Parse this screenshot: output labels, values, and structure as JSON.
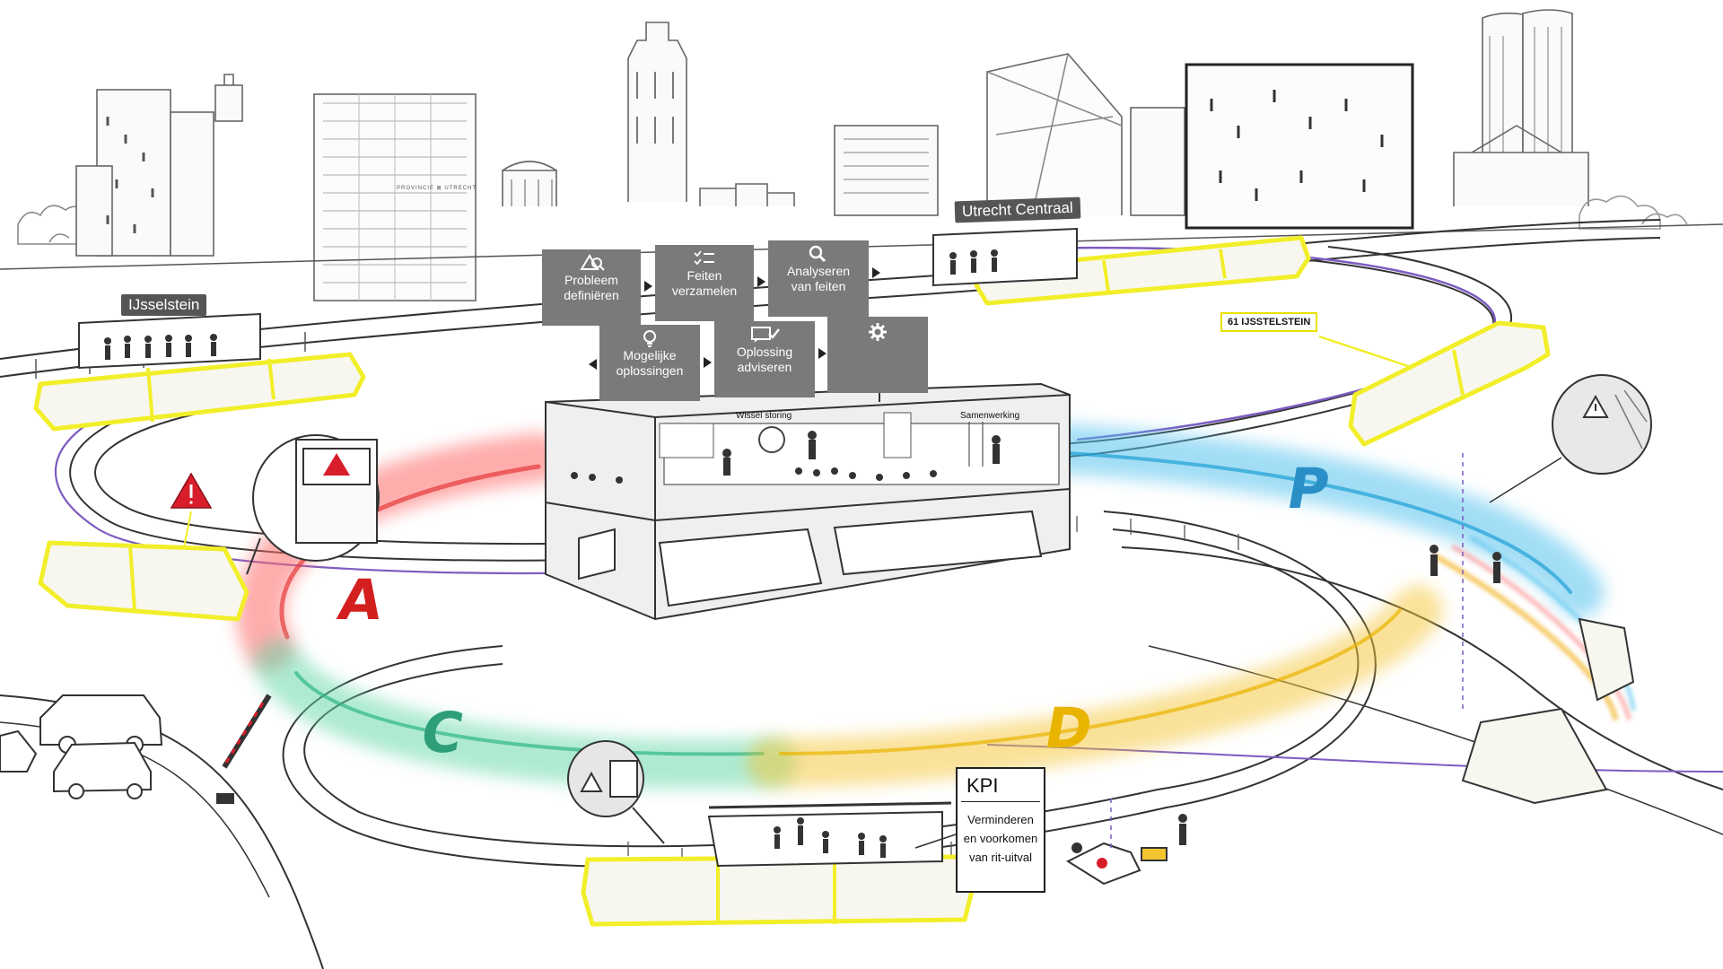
{
  "steps": [
    {
      "icon": "warning-search-icon",
      "label": "Probleem\ndefiniëren"
    },
    {
      "icon": "checklist-icon",
      "label": "Feiten\nverzamelen"
    },
    {
      "icon": "magnifier-icon",
      "label": "Analyseren\nvan feiten"
    },
    {
      "icon": "lightbulb-icon",
      "label": "Mogelijke\noplossingen"
    },
    {
      "icon": "chat-check-icon",
      "label": "Oplossing\nadviseren"
    },
    {
      "icon": "gear-icon",
      "label": ""
    }
  ],
  "stations": {
    "ijsselstein": "IJsselstein",
    "utrecht_centraal": "Utrecht Centraal"
  },
  "route_label": "61 IJSSTELSTEIN",
  "building_sign": "PROVINCIE ⊠ UTRECHT",
  "control_room": {
    "wissel_storing": "Wissel storing",
    "samenwerking": "Samenwerking"
  },
  "letters": [
    {
      "text": "A",
      "color": "#d41f1f"
    },
    {
      "text": "C",
      "color": "#2e9e78"
    },
    {
      "text": "D",
      "color": "#e9b400"
    },
    {
      "text": "P",
      "color": "#2b8fc7"
    }
  ],
  "kpi": {
    "title": "KPI",
    "lines": [
      "Verminderen",
      "en voorkomen",
      "van rit-uitval"
    ]
  },
  "colors": {
    "tram": "#f2ee2a",
    "track_line": "#7d5cc0",
    "step_box": "#7a7a7a",
    "sketch": "#555555",
    "arc_red": "#ff6a6a",
    "arc_green": "#5fd6a6",
    "arc_yellow": "#f4c430",
    "arc_blue": "#56c3ee",
    "warning_red": "#d81e2b"
  }
}
